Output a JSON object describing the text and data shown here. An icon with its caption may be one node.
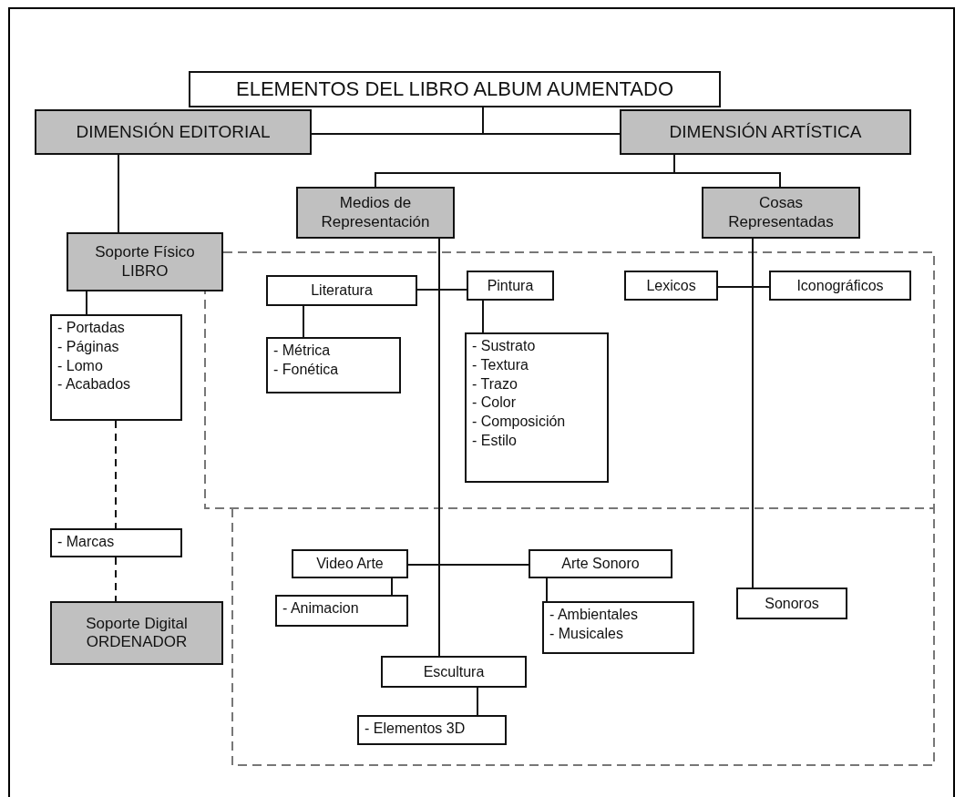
{
  "diagram": {
    "nodes": [
      {
        "text": [
          "ELEMENTOS DEL LIBRO ALBUM AUMENTADO"
        ]
      },
      {
        "text": [
          "DIMENSIÓN EDITORIAL"
        ]
      },
      {
        "text": [
          "DIMENSIÓN ARTÍSTICA"
        ]
      },
      {
        "text": [
          "Medios de Representación"
        ]
      },
      {
        "text": [
          "Cosas Representadas"
        ]
      },
      {
        "text": [
          "Soporte Físico",
          "LIBRO"
        ]
      },
      {
        "text": [
          "- Portadas",
          "- Páginas",
          "- Lomo",
          "- Acabados"
        ]
      },
      {
        "text": [
          "Literatura"
        ]
      },
      {
        "text": [
          "Pintura"
        ]
      },
      {
        "text": [
          "Lexicos"
        ]
      },
      {
        "text": [
          "Iconográficos"
        ]
      },
      {
        "text": [
          "- Métrica",
          "- Fonética"
        ]
      },
      {
        "text": [
          "- Sustrato",
          "- Textura",
          "- Trazo",
          "- Color",
          "- Composición",
          "- Estilo"
        ]
      },
      {
        "text": [
          "- Marcas"
        ]
      },
      {
        "text": [
          "Video Arte"
        ]
      },
      {
        "text": [
          "Arte Sonoro"
        ]
      },
      {
        "text": [
          "Sonoros"
        ]
      },
      {
        "text": [
          "- Animacion"
        ]
      },
      {
        "text": [
          "- Ambientales",
          "- Musicales"
        ]
      },
      {
        "text": [
          "Soporte Digital",
          "ORDENADOR"
        ]
      },
      {
        "text": [
          "Escultura"
        ]
      },
      {
        "text": [
          "- Elementos 3D"
        ]
      }
    ],
    "edges": [
      {
        "from": 0,
        "to": 1,
        "arrow": "none"
      },
      {
        "from": 0,
        "to": 2,
        "arrow": "none"
      },
      {
        "from": 1,
        "to": 5,
        "arrow": "none"
      },
      {
        "from": 2,
        "to": 3,
        "arrow": "none"
      },
      {
        "from": 2,
        "to": 4,
        "arrow": "none"
      },
      {
        "from": 5,
        "to": 6,
        "arrow": "none"
      },
      {
        "from": 6,
        "to": 13,
        "arrow": "none",
        "style": "dashed"
      },
      {
        "from": 13,
        "to": 19,
        "arrow": "none",
        "style": "dashed"
      },
      {
        "from": 3,
        "to": 7,
        "arrow": "none"
      },
      {
        "from": 3,
        "to": 8,
        "arrow": "none"
      },
      {
        "from": 3,
        "to": 14,
        "arrow": "none"
      },
      {
        "from": 3,
        "to": 15,
        "arrow": "none"
      },
      {
        "from": 3,
        "to": 20,
        "arrow": "none"
      },
      {
        "from": 7,
        "to": 11,
        "arrow": "none"
      },
      {
        "from": 8,
        "to": 12,
        "arrow": "none"
      },
      {
        "from": 4,
        "to": 9,
        "arrow": "none"
      },
      {
        "from": 4,
        "to": 10,
        "arrow": "none"
      },
      {
        "from": 4,
        "to": 16,
        "arrow": "none"
      },
      {
        "from": 14,
        "to": 17,
        "arrow": "none"
      },
      {
        "from": 15,
        "to": 18,
        "arrow": "none"
      },
      {
        "from": 20,
        "to": 21,
        "arrow": "none"
      }
    ]
  }
}
